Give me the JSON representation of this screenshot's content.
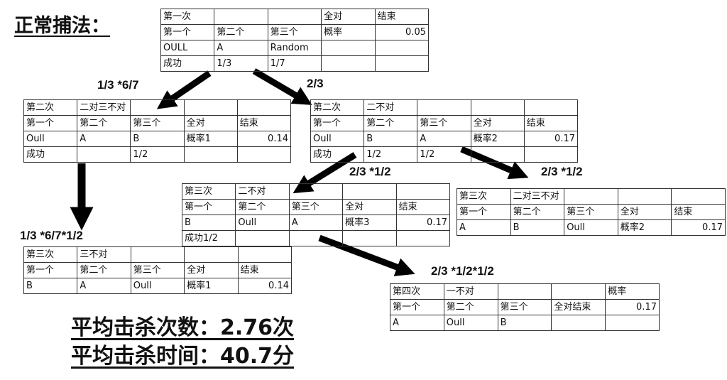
{
  "title": "正常捕法：",
  "tables": [
    {
      "rows": [
        [
          "第一次",
          "",
          "",
          "全对",
          "结束"
        ],
        [
          "第一个",
          "第二个",
          "第三个",
          "概率",
          "0.05"
        ],
        [
          "OULL",
          "A",
          "Random",
          "",
          ""
        ],
        [
          "成功",
          "1/3",
          "1/7",
          "",
          ""
        ]
      ]
    },
    {
      "rows": [
        [
          "第二次",
          "二对三不对",
          "",
          "",
          ""
        ],
        [
          "第一个",
          "第二个",
          "第三个",
          "全对",
          "结束"
        ],
        [
          "Oull",
          "A",
          "B",
          "概率1",
          "0.14"
        ],
        [
          "成功",
          "",
          "1/2",
          "",
          ""
        ]
      ]
    },
    {
      "rows": [
        [
          "第二次",
          "二不对",
          "",
          "",
          ""
        ],
        [
          "第一个",
          "第二个",
          "第三个",
          "全对",
          "结束"
        ],
        [
          "Oull",
          "B",
          "A",
          "概率2",
          "0.17"
        ],
        [
          "成功",
          "1/2",
          "1/2",
          "",
          ""
        ]
      ]
    },
    {
      "rows": [
        [
          "第三次",
          "二不对",
          "",
          "",
          ""
        ],
        [
          "第一个",
          "第二个",
          "第三个",
          "全对",
          "结束"
        ],
        [
          "B",
          "Oull",
          "A",
          "概率3",
          "0.17"
        ],
        [
          "成功1/2",
          "",
          "",
          "",
          ""
        ]
      ]
    },
    {
      "rows": [
        [
          "第三次",
          "二对三不对",
          "",
          "",
          ""
        ],
        [
          "第一个",
          "第二个",
          "第三个",
          "全对",
          "结束"
        ],
        [
          "A",
          "B",
          "Oull",
          "概率2",
          "0.17"
        ]
      ]
    },
    {
      "rows": [
        [
          "第三次",
          "三不对",
          "",
          "",
          ""
        ],
        [
          "第一个",
          "第二个",
          "第三个",
          "全对",
          "结束"
        ],
        [
          "B",
          "A",
          "Oull",
          "概率1",
          "0.14"
        ]
      ]
    },
    {
      "rows": [
        [
          "第四次",
          "一不对",
          "",
          "",
          "概率"
        ],
        [
          "第一个",
          "第二个",
          "第三个",
          "全对结束",
          "0.17"
        ],
        [
          "A",
          "Oull",
          "B",
          "",
          ""
        ]
      ]
    }
  ],
  "labels": [
    "1/3 *6/7",
    "2/3",
    "2/3 *1/2",
    "2/3 *1/2",
    "1/3 *6/7*1/2",
    "2/3 *1/2*1/2"
  ],
  "summary": {
    "kills": "平均击杀次数：2.76次",
    "time": "平均击杀时间：40.7分"
  }
}
